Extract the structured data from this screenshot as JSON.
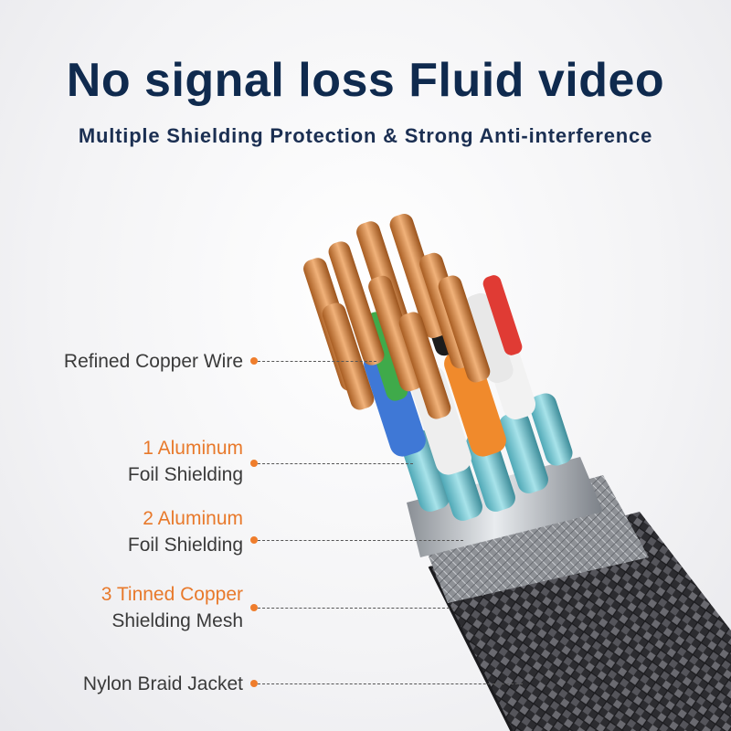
{
  "headline": "No signal loss Fluid video",
  "subheadline": "Multiple Shielding Protection & Strong Anti-interference",
  "colors": {
    "headline": "#0f2a4e",
    "accent": "#e8792b",
    "label": "#3a3a3a",
    "copper": "#d98a45",
    "jacket": "#2a2a2e"
  },
  "callouts": [
    {
      "accent": "",
      "text": "Refined Copper Wire"
    },
    {
      "accent": "1 Aluminum",
      "text": "Foil Shielding"
    },
    {
      "accent": "2 Aluminum",
      "text": "Foil Shielding"
    },
    {
      "accent": "3 Tinned Copper",
      "text": "Shielding Mesh"
    },
    {
      "accent": "",
      "text": "Nylon Braid Jacket"
    }
  ]
}
